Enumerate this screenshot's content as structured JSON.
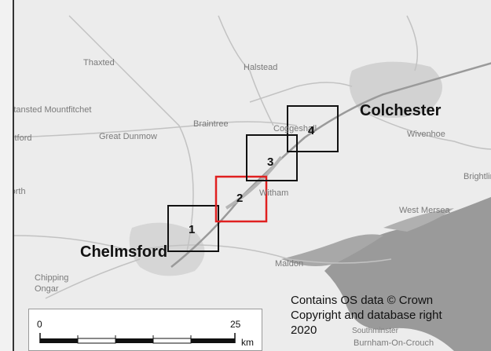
{
  "places": {
    "chelmsford": "Chelmsford",
    "colchester": "Colchester",
    "thaxted": "Thaxted",
    "halstead": "Halstead",
    "stansted": "Stansted Mountfitchet",
    "stortford": "Bishop's Stortford",
    "great_dunmow": "Great Dunmow",
    "braintree": "Braintree",
    "coggeshall": "Coggeshall",
    "witham": "Witham",
    "wivenhoe": "Wivenhoe",
    "brightlingsea": "Brightlingsea",
    "west_mersea": "West Mersea",
    "maldon": "Maldon",
    "chipping_ongar": "Chipping Ongar",
    "burnham": "Burnham-On-Crouch",
    "southminster": "Southminster",
    "edgeworth": "Edgeworth"
  },
  "study_boxes": [
    {
      "label": "1",
      "highlight": false
    },
    {
      "label": "2",
      "highlight": true
    },
    {
      "label": "3",
      "highlight": false
    },
    {
      "label": "4",
      "highlight": false
    }
  ],
  "copyright": {
    "line1": "Contains OS data © Crown",
    "line2": "Copyright and database right",
    "line3": "2020"
  },
  "scale_bar": {
    "start_label": "0",
    "end_label": "25",
    "unit": "km"
  },
  "colors": {
    "highlight_box": "#e02020",
    "box_outline": "#111111",
    "sea": "#8a8a8a"
  }
}
